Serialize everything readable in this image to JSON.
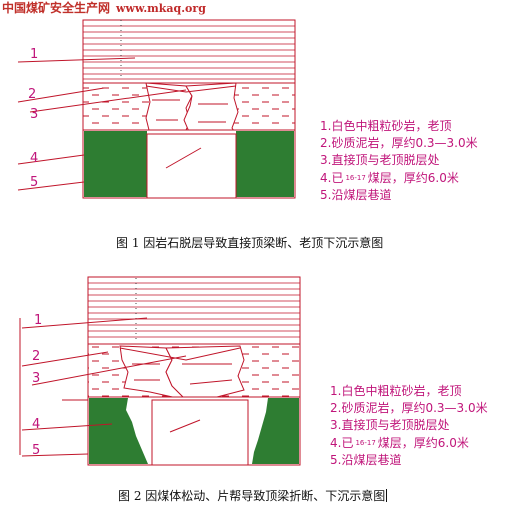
{
  "watermark": {
    "site_name": "中国煤矿安全生产网",
    "url": "www.mkaq.org"
  },
  "figure1": {
    "caption": "图 1   因岩石脱层导致直接顶梁断、老顶下沉示意图",
    "numbers": [
      "1",
      "2",
      "3",
      "4",
      "5"
    ],
    "legend": [
      "1.白色中粗粒砂岩，老顶",
      "2.砂质泥岩，厚约0.3—3.0米",
      "3.直接顶与老顶脱层处",
      {
        "prefix": "4.已",
        "sub": "16-17",
        "suffix": "煤层，厚约6.0米"
      },
      "5.沿煤层巷道"
    ]
  },
  "figure2": {
    "caption": "图 2   因煤体松动、片帮导致顶梁折断、下沉示意图",
    "numbers": [
      "1",
      "2",
      "3",
      "4",
      "5"
    ],
    "legend": [
      "1.白色中粗粒砂岩，老顶",
      "2.砂质泥岩，厚约0.3—3.0米",
      "3.直接顶与老顶脱层处",
      {
        "prefix": "4.已",
        "sub": "16-17",
        "suffix": "煤层，厚约6.0米"
      },
      "5.沿煤层巷道"
    ]
  },
  "colors": {
    "outline": "#c0152a",
    "coal": "#2e7d32",
    "label": "#c0157a"
  }
}
